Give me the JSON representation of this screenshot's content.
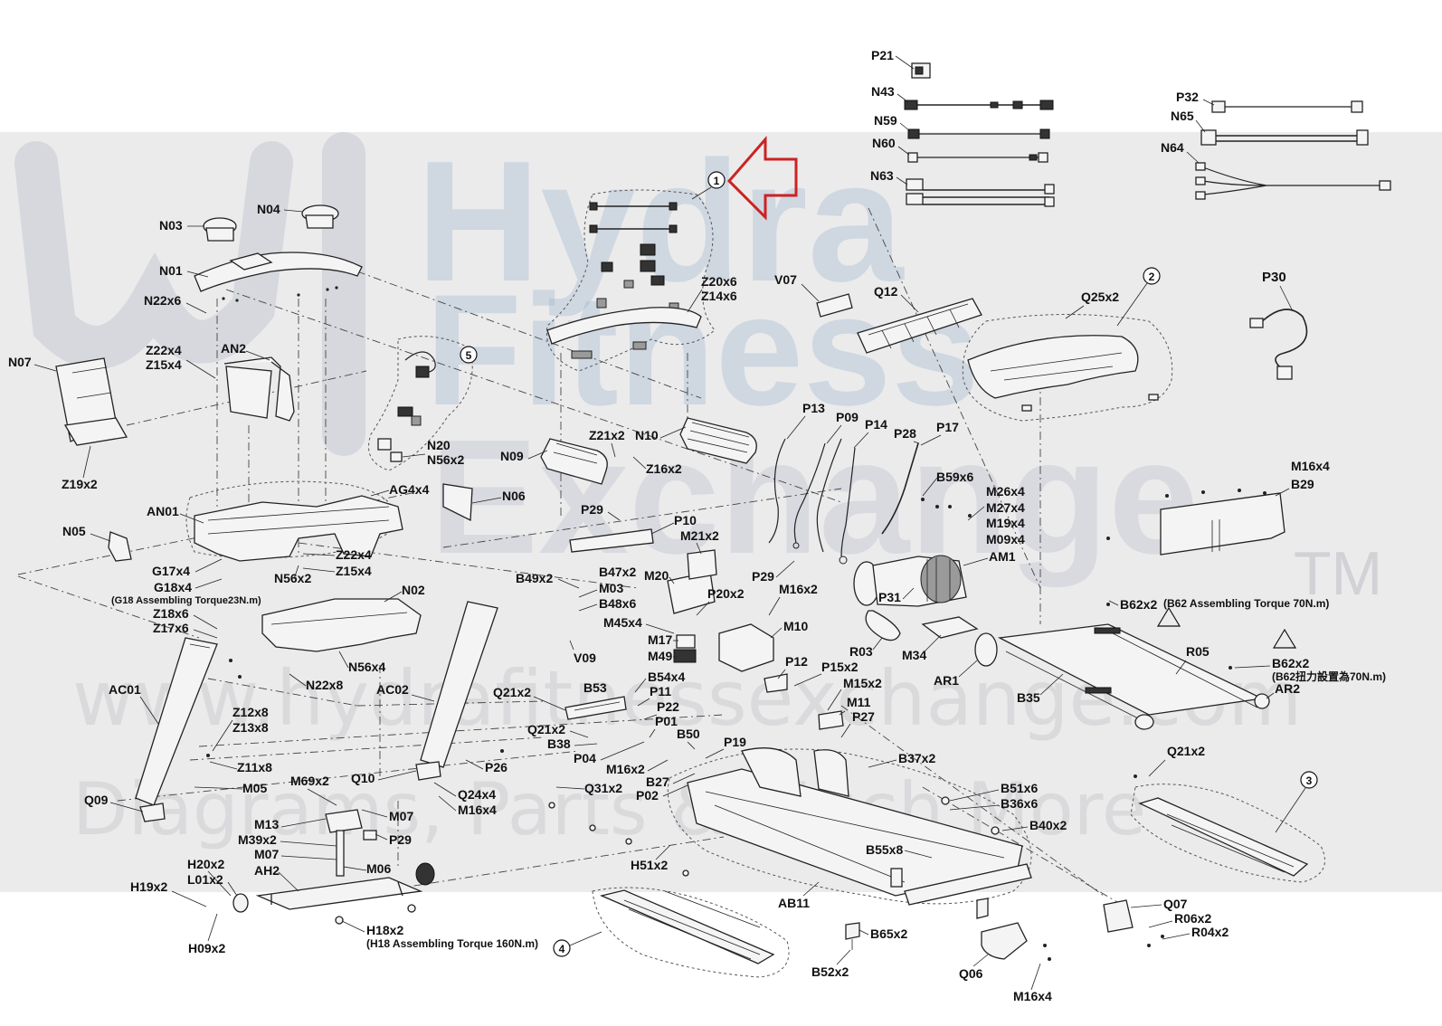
{
  "watermark": {
    "line1": "Hydra",
    "line2": "Fitness",
    "line3": "Exchange",
    "tm": "TM",
    "url": "www.hydrafitnessexchange.com",
    "tagline": "Diagrams, Parts & Much More"
  },
  "callouts": [
    "1",
    "2",
    "3",
    "4",
    "5"
  ],
  "labels": {
    "P21": "P21",
    "N43": "N43",
    "N59": "N59",
    "N60": "N60",
    "N63": "N63",
    "P32": "P32",
    "N65": "N65",
    "N64": "N64",
    "P30": "P30",
    "N03": "N03",
    "N04": "N04",
    "N01": "N01",
    "N22x6": "N22x6",
    "N07": "N07",
    "Z22x4_a": "Z22x4",
    "Z15x4_a": "Z15x4",
    "AN2": "AN2",
    "Z19x2": "Z19x2",
    "Z20x6": "Z20x6",
    "Z14x6": "Z14x6",
    "V07": "V07",
    "Q12": "Q12",
    "Q25x2": "Q25x2",
    "N20": "N20",
    "N56x2_a": "N56x2",
    "N09": "N09",
    "Z21x2": "Z21x2",
    "N10": "N10",
    "Z16x2": "Z16x2",
    "P13": "P13",
    "P09": "P09",
    "P14": "P14",
    "P28": "P28",
    "P17": "P17",
    "AG4x4": "AG4x4",
    "N06": "N06",
    "AN01": "AN01",
    "B59x6": "B59x6",
    "M26x4": "M26x4",
    "M27x4": "M27x4",
    "M19x4": "M19x4",
    "M09x4": "M09x4",
    "AM1": "AM1",
    "M16x4_a": "M16x4",
    "B29": "B29",
    "N05": "N05",
    "P29_a": "P29",
    "P10": "P10",
    "M21x2": "M21x2",
    "Z22x4_b": "Z22x4",
    "Z15x4_b": "Z15x4",
    "G17x4": "G17x4",
    "N56x2_b": "N56x2",
    "B49x2": "B49x2",
    "B47x2": "B47x2",
    "M20": "M20",
    "P29_b": "P29",
    "M16x2_a": "M16x2",
    "G18x4": "G18x4",
    "G18_note": "(G18 Assembling Torque23N.m)",
    "N02": "N02",
    "M03": "M03",
    "B48x6": "B48x6",
    "P20x2": "P20x2",
    "P31": "P31",
    "B62x2_a": "B62x2",
    "B62_note_a": "(B62 Assembling Torque 70N.m)",
    "Z18x6": "Z18x6",
    "Z17x6": "Z17x6",
    "M45x4": "M45x4",
    "M10": "M10",
    "R03": "R03",
    "M34": "M34",
    "M17": "M17",
    "M49": "M49",
    "V09": "V09",
    "P12": "P12",
    "N22x8": "N22x8",
    "N56x4": "N56x4",
    "R05": "R05",
    "B62x2_b": "B62x2",
    "B62_note_b": "(B62扭力設置為70N.m)",
    "B54x4": "B54x4",
    "P15x2": "P15x2",
    "M15x2": "M15x2",
    "AR1": "AR1",
    "AC01": "AC01",
    "AC02": "AC02",
    "Q21x2_a": "Q21x2",
    "B53": "B53",
    "P11": "P11",
    "B35": "B35",
    "AR2": "AR2",
    "M11": "M11",
    "P22": "P22",
    "P27": "P27",
    "Z12x8": "Z12x8",
    "Z13x8": "Z13x8",
    "Q21x2_b": "Q21x2",
    "P01": "P01",
    "B50": "B50",
    "P19": "P19",
    "B38": "B38",
    "P04": "P04",
    "B37x2": "B37x2",
    "Q21x2_c": "Q21x2",
    "Z11x8": "Z11x8",
    "P26": "P26",
    "M16x2_b": "M16x2",
    "B27": "B27",
    "Q10": "Q10",
    "M69x2": "M69x2",
    "M05": "M05",
    "Q31x2": "Q31x2",
    "P02": "P02",
    "Q24x4": "Q24x4",
    "B51x6": "B51x6",
    "Q09": "Q09",
    "M16x4_b": "M16x4",
    "B36x6": "B36x6",
    "M07_a": "M07",
    "M13": "M13",
    "B40x2": "B40x2",
    "M39x2": "M39x2",
    "P29_c": "P29",
    "M07_b": "M07",
    "B55x8": "B55x8",
    "H20x2": "H20x2",
    "M06": "M06",
    "H51x2": "H51x2",
    "AH2": "AH2",
    "L01x2": "L01x2",
    "H19x2": "H19x2",
    "AB11": "AB11",
    "Q07": "Q07",
    "R06x2": "R06x2",
    "R04x2": "R04x2",
    "B65x2": "B65x2",
    "H18x2": "H18x2",
    "H18_note": "(H18 Assembling Torque 160N.m)",
    "H09x2": "H09x2",
    "B52x2": "B52x2",
    "Q06": "Q06",
    "M16x4_c": "M16x4"
  },
  "accent_color": "#cc2222"
}
